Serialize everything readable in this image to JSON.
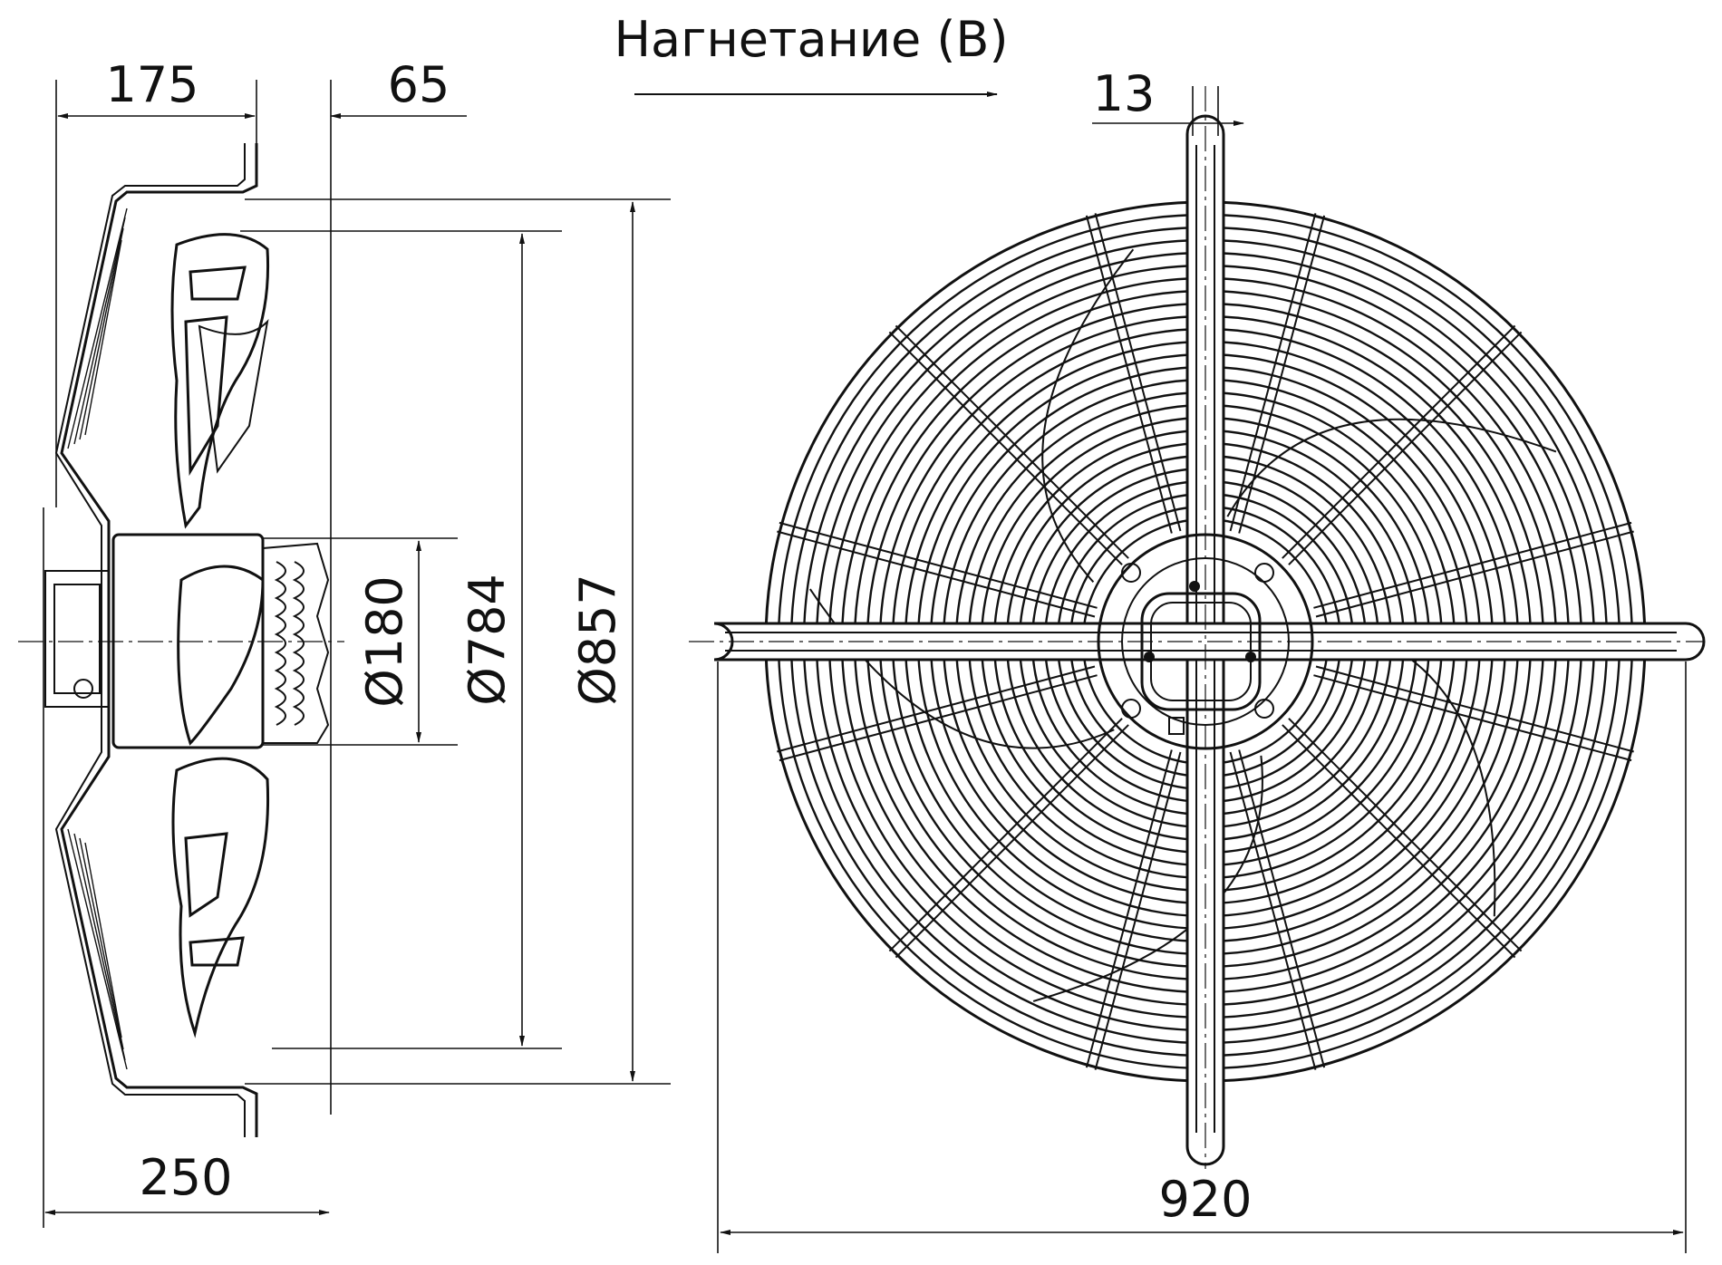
{
  "title": "Нагнетание (B)",
  "dimensions": {
    "d175": "175",
    "d65": "65",
    "d13": "13",
    "d180": "Ø180",
    "d784": "Ø784",
    "d857": "Ø857",
    "d250": "250",
    "d920": "920"
  }
}
